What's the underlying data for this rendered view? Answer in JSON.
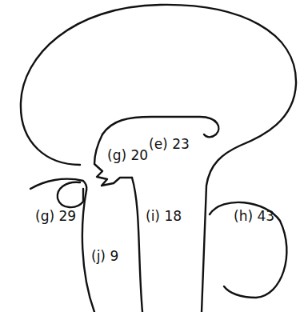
{
  "diagram": {
    "labels": [
      "(e) 23",
      "(g) 20",
      "(g) 29",
      "(i) 18",
      "(h) 43",
      "(j) 9"
    ]
  }
}
